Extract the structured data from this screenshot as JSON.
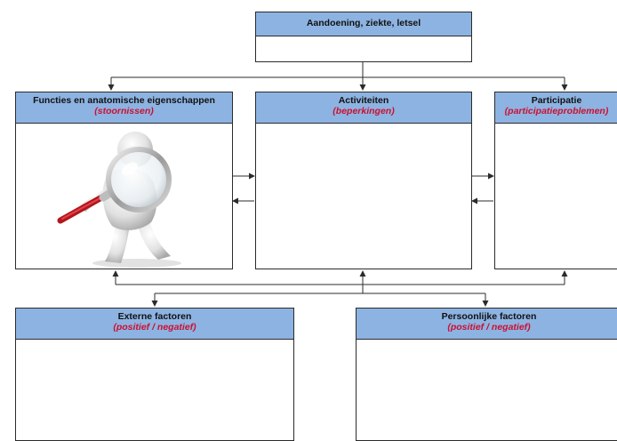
{
  "top": {
    "title": "Aandoening, ziekte, letsel"
  },
  "functies": {
    "title": "Functies  en anatomische eigenschappen",
    "subtitle": "(stoornissen)"
  },
  "activiteiten": {
    "title": "Activiteiten",
    "subtitle": "(beperkingen)"
  },
  "participatie": {
    "title": "Participatie",
    "subtitle": "(participatieproblemen)"
  },
  "extern": {
    "title": "Externe factoren",
    "subtitle": "(positief  /  negatief)"
  },
  "persoonlijk": {
    "title": "Persoonlijke factoren",
    "subtitle": "(positief  /  negatief)"
  },
  "colors": {
    "header": "#8db3e2",
    "accent": "#cc1030",
    "line": "#2b2b2b"
  },
  "illustration": "figure-with-magnifying-glass"
}
